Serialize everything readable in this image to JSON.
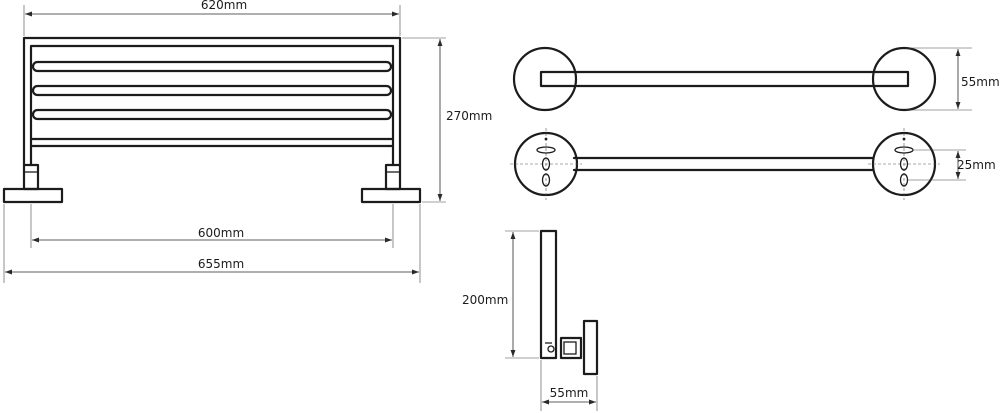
{
  "dimensions": {
    "shelf_top_width": "620mm",
    "shelf_height": "270mm",
    "shelf_mount_spacing": "600mm",
    "shelf_total_width": "655mm",
    "bar_mount_diameter": "55mm",
    "bar_hole_spacing": "25mm",
    "side_height": "200mm",
    "side_depth": "55mm"
  }
}
